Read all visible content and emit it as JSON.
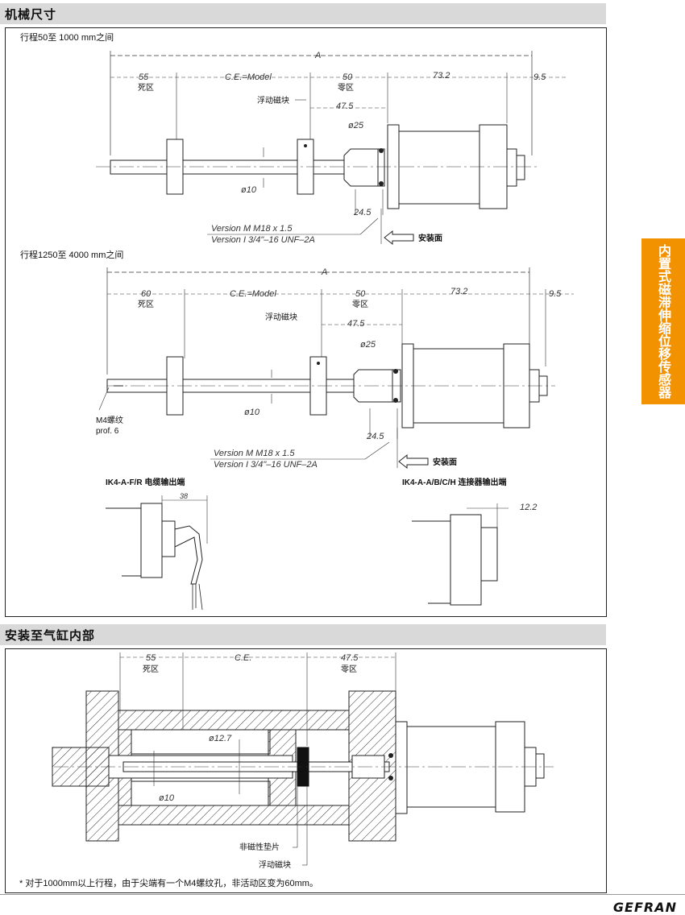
{
  "sections": {
    "mech_title": "机械尺寸",
    "install_title": "安装至气缸内部"
  },
  "side_tab": "内置式磁滞伸缩位移传感器",
  "brand": "GEFRAN",
  "footnote": "* 对于1000mm以上行程，由于尖端有一个M4螺纹孔，非活动区变为60mm。",
  "drawing1": {
    "range": "行程50至 1000 mm之间",
    "A": "A",
    "d55": "55",
    "dead": "死区",
    "ce": "C.E.=Model",
    "d50": "50",
    "zero": "零区",
    "d73": "73.2",
    "d95": "9.5",
    "magnet": "浮动磁块",
    "d475": "47.5",
    "phi25": "ø25",
    "phi10": "ø10",
    "d245": "24.5",
    "v1": "Version   M   M18  x  1.5",
    "v2": "Version   I   3/4\"–16  UNF–2A",
    "mount": "安装面"
  },
  "drawing2": {
    "range": "行程1250至 4000 mm之间",
    "A": "A",
    "d60": "60",
    "dead": "死区",
    "ce": "C.E.=Model",
    "d50": "50",
    "zero": "零区",
    "d73": "73.2",
    "d95": "9.5",
    "magnet": "浮动磁块",
    "d475": "47.5",
    "phi25": "ø25",
    "phi10": "ø10",
    "m4": "M4螺纹",
    "prof": "prof. 6",
    "d245": "24.5",
    "v1": "Version   M   M18  x  1.5",
    "v2": "Version   I   3/4\"–16  UNF–2A",
    "mount": "安装面"
  },
  "outputs": {
    "cable_title": "IK4-A-F/R 电缆输出端",
    "cable_dim": "38",
    "conn_title": "IK4-A-A/B/C/H 连接器输出端",
    "conn_dim": "12.2"
  },
  "install": {
    "d55": "55",
    "dead": "死区",
    "ce": "C.E.",
    "d475": "47.5",
    "zero": "零区",
    "phi127": "ø12.7",
    "phi10": "ø10",
    "spacer": "非磁性垫片",
    "magnet": "浮动磁块"
  }
}
